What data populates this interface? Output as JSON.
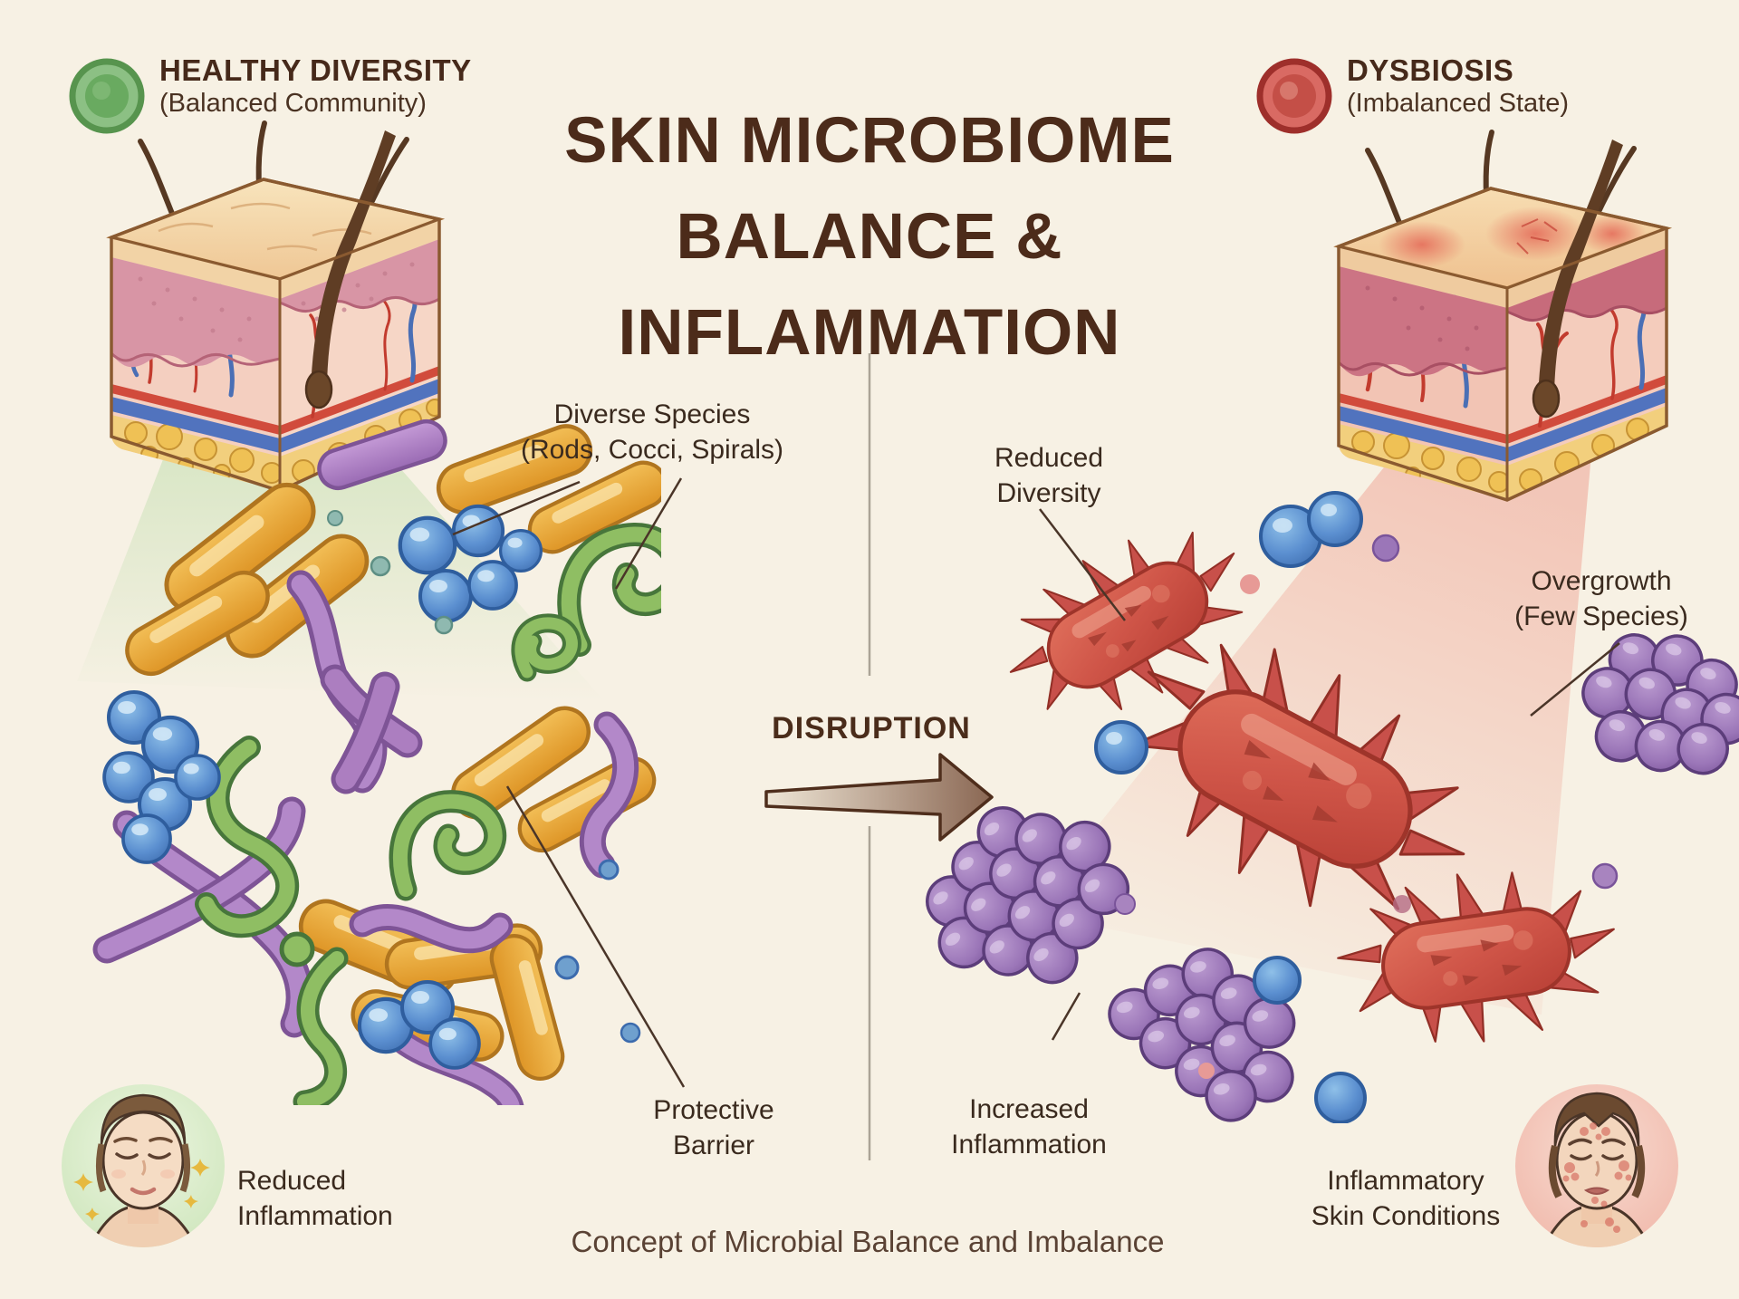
{
  "header": {
    "healthy_badge": {
      "icon": "green-circle-icon",
      "label": "HEALTHY DIVERSITY",
      "sublabel": "(Balanced Community)",
      "color": "#6FAE60"
    },
    "title": {
      "line1": "SKIN MICROBIOME",
      "line2": "BALANCE &",
      "line3": "INFLAMMATION",
      "color": "#4C2B1A"
    },
    "dysbiosis_badge": {
      "icon": "red-circle-icon",
      "label": "DYSBIOSIS",
      "sublabel": "(Imbalanced State)",
      "color": "#C4524B"
    }
  },
  "left_panel": {
    "skin_block": "healthy skin cross-section with hairs, epidermis, dermis, vessels and fat layer",
    "microbiome_label": {
      "line1": "Diverse Species",
      "line2": "(Rods, Cocci, Spirals)"
    },
    "species": [
      "yellow-rods",
      "blue-cocci",
      "green-spirals",
      "purple-spirilla"
    ],
    "protective_barrier": {
      "line1": "Protective",
      "line2": "Barrier"
    },
    "outcome": {
      "icon": "calm-face",
      "line1": "Reduced",
      "line2": "Inflammation"
    }
  },
  "center": {
    "disruption_label": "DISRUPTION",
    "arrow": "right-arrow-icon"
  },
  "right_panel": {
    "skin_block": "inflamed skin cross-section with red irritated patches",
    "reduced_diversity": {
      "line1": "Reduced",
      "line2": "Diversity"
    },
    "overgrowth": {
      "line1": "Overgrowth",
      "line2": "(Few Species)"
    },
    "increased_inflammation": {
      "line1": "Increased",
      "line2": "Inflammation"
    },
    "species": [
      "red-spiky-pathogens",
      "purple-cocci-clusters",
      "blue-cocci"
    ],
    "outcome": {
      "icon": "distressed-face",
      "line1": "Inflammatory",
      "line2": "Skin Conditions"
    }
  },
  "footer": {
    "caption": "Concept of Microbial Balance and Imbalance"
  },
  "colors": {
    "background": "#F7F1E4",
    "title_brown": "#4C2B1A",
    "label_brown": "#3A2A1E",
    "healthy_green": "#6FAE60",
    "dysbiosis_red": "#C4524B",
    "yellow_rod": "#E9A73B",
    "blue_coccus": "#5B8FD0",
    "green_spiral": "#8FBE63",
    "purple_microbe": "#B388C9",
    "pathogen_red": "#C8504A",
    "purple_cluster": "#9B76B8",
    "arrow_brown": "#93705B",
    "divider_gray": "#ABA396"
  }
}
